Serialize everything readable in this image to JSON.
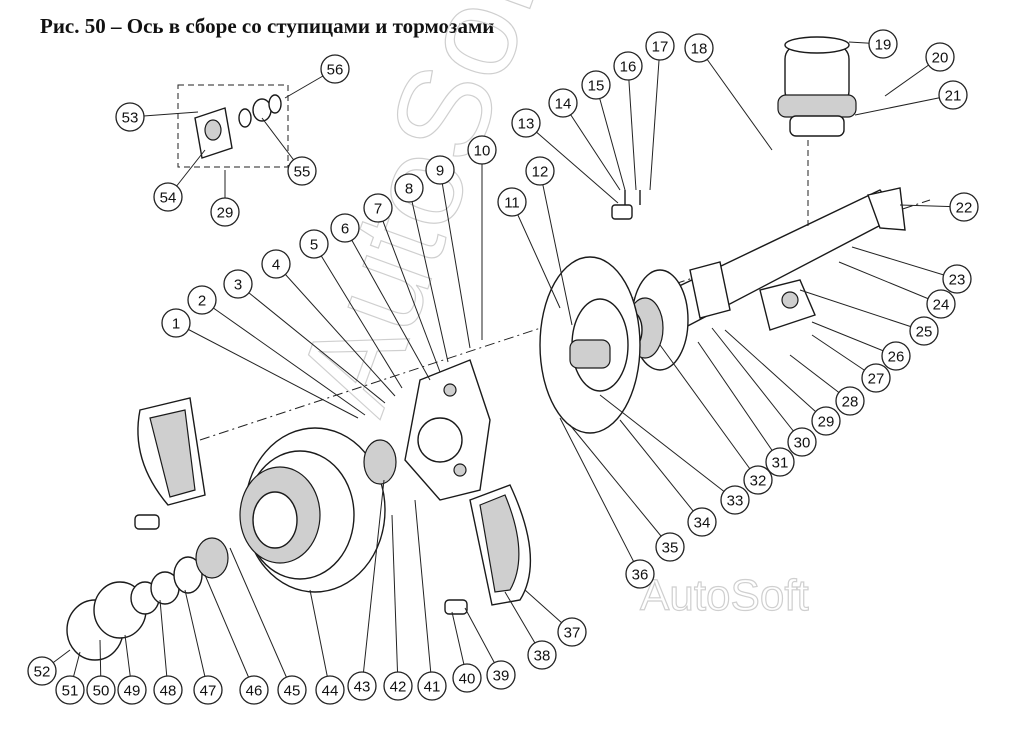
{
  "title": "Рис. 50 – Ось в сборе со ступицами и тормозами",
  "watermarks": [
    "AutoSoft",
    "AutoSoft"
  ],
  "callouts": [
    "1",
    "2",
    "3",
    "4",
    "5",
    "6",
    "7",
    "8",
    "9",
    "10",
    "11",
    "12",
    "13",
    "14",
    "15",
    "16",
    "17",
    "18",
    "19",
    "20",
    "21",
    "22",
    "23",
    "24",
    "25",
    "26",
    "27",
    "28",
    "29",
    "30",
    "31",
    "32",
    "33",
    "34",
    "35",
    "36",
    "37",
    "38",
    "39",
    "40",
    "41",
    "42",
    "43",
    "44",
    "45",
    "46",
    "47",
    "48",
    "49",
    "50",
    "51",
    "52",
    "53",
    "54",
    "55",
    "56",
    "29"
  ]
}
